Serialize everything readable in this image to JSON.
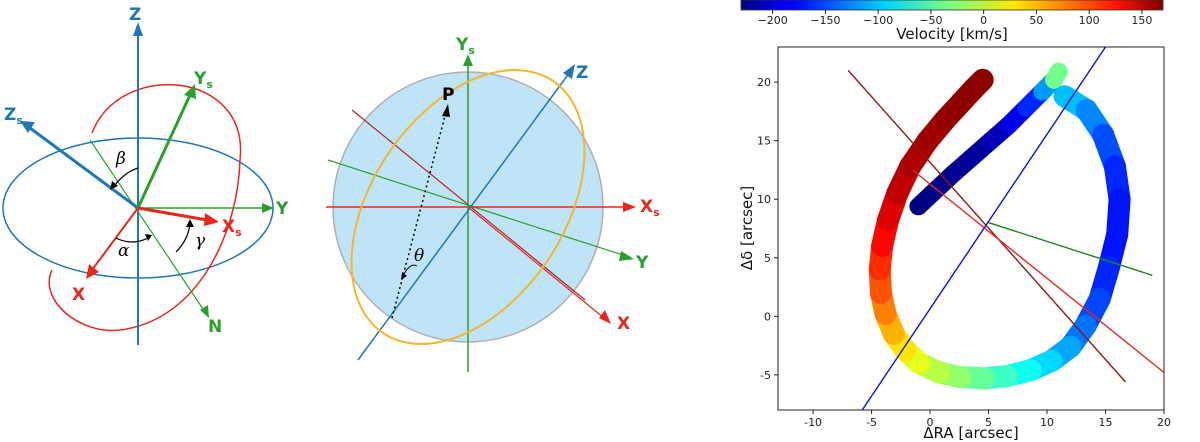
{
  "colors": {
    "blue": "#1f77b4",
    "red": "#e8261f",
    "green": "#2ca02c",
    "orange": "#f2b630",
    "sphere_fill": "#bfe4f8",
    "sphere_stroke": "#b0b0b0",
    "dark_red": "#8b1a1a",
    "line_blue": "#1010dd",
    "line_green": "#208020"
  },
  "panel1": {
    "labels": {
      "z": "Z",
      "zs": "Z",
      "zs_sub": "s",
      "ys": "Y",
      "ys_sub": "s",
      "y": "Y",
      "xs": "X",
      "xs_sub": "s",
      "x": "X",
      "n": "N"
    },
    "angles": {
      "alpha": "α",
      "beta": "β",
      "gamma": "γ"
    }
  },
  "panel2": {
    "labels": {
      "ys": "Y",
      "ys_sub": "s",
      "z": "Z",
      "xs": "X",
      "xs_sub": "s",
      "y": "Y",
      "x": "X",
      "p": "P"
    },
    "angles": {
      "theta": "θ"
    }
  },
  "chart_data": {
    "type": "scatter",
    "xlabel": "ΔRA [arcsec]",
    "ylabel": "Δδ [arcsec]",
    "xlim": [
      -13,
      20
    ],
    "ylim": [
      -8,
      23
    ],
    "xticks": [
      -10,
      -5,
      0,
      5,
      10,
      15,
      20
    ],
    "yticks": [
      -5,
      0,
      5,
      10,
      15,
      20
    ],
    "colorbar": {
      "label": "Velocity [km/s]",
      "range": [
        -230,
        170
      ],
      "ticks": [
        -200,
        -150,
        -100,
        -50,
        0,
        50,
        100,
        150
      ],
      "colormap": "jet"
    },
    "ring": {
      "vmin": -230,
      "vmax": 170,
      "points": [
        [
          11.5,
          18.8
        ],
        [
          13.4,
          17.6
        ],
        [
          14.8,
          15.5
        ],
        [
          15.8,
          12.8
        ],
        [
          16.2,
          10.0
        ],
        [
          16.0,
          7.0
        ],
        [
          15.3,
          4.2
        ],
        [
          14.5,
          1.5
        ],
        [
          13.3,
          -0.8
        ],
        [
          12.0,
          -2.6
        ],
        [
          10.4,
          -3.8
        ],
        [
          8.6,
          -4.6
        ],
        [
          6.6,
          -5.1
        ],
        [
          4.6,
          -5.3
        ],
        [
          2.6,
          -5.2
        ],
        [
          0.8,
          -4.8
        ],
        [
          -0.9,
          -4.0
        ],
        [
          -2.1,
          -2.9
        ],
        [
          -3.1,
          -1.5
        ],
        [
          -3.8,
          0.2
        ],
        [
          -4.2,
          2.0
        ],
        [
          -4.3,
          4.0
        ],
        [
          -4.1,
          6.0
        ],
        [
          -3.6,
          8.2
        ],
        [
          -2.8,
          10.5
        ],
        [
          -1.7,
          12.8
        ],
        [
          -0.2,
          15.0
        ],
        [
          1.3,
          16.8
        ],
        [
          2.7,
          18.3
        ],
        [
          3.8,
          19.5
        ],
        [
          4.5,
          20.2
        ]
      ],
      "velocities": [
        -95,
        -115,
        -140,
        -160,
        -170,
        -175,
        -170,
        -160,
        -145,
        -125,
        -105,
        -85,
        -65,
        -50,
        -30,
        -15,
        0,
        20,
        40,
        60,
        80,
        95,
        110,
        125,
        140,
        150,
        155,
        160,
        165,
        165,
        165
      ]
    },
    "inner_arc": {
      "vmin": -230,
      "vmax": 170,
      "points": [
        [
          -1.0,
          9.4
        ],
        [
          0.5,
          10.8
        ],
        [
          2.0,
          12.2
        ],
        [
          3.6,
          13.6
        ],
        [
          5.2,
          15.0
        ],
        [
          6.8,
          16.4
        ],
        [
          8.2,
          17.8
        ],
        [
          9.6,
          19.2
        ],
        [
          10.6,
          20.2
        ],
        [
          11.0,
          20.9
        ]
      ],
      "velocities": [
        -230,
        -230,
        -225,
        -220,
        -215,
        -200,
        -180,
        -150,
        -90,
        20
      ]
    },
    "lines": [
      {
        "color": "dark_red",
        "from": [
          -7,
          21
        ],
        "to": [
          16.7,
          -5.6
        ]
      },
      {
        "color": "red",
        "from": [
          -1.5,
          12.5
        ],
        "to": [
          20.0,
          -4.8
        ]
      },
      {
        "color": "line_blue",
        "from": [
          -5.8,
          -8.0
        ],
        "to": [
          15.0,
          23.0
        ]
      },
      {
        "color": "line_green",
        "from": [
          5.0,
          8.0
        ],
        "to": [
          19.0,
          3.5
        ]
      }
    ]
  }
}
